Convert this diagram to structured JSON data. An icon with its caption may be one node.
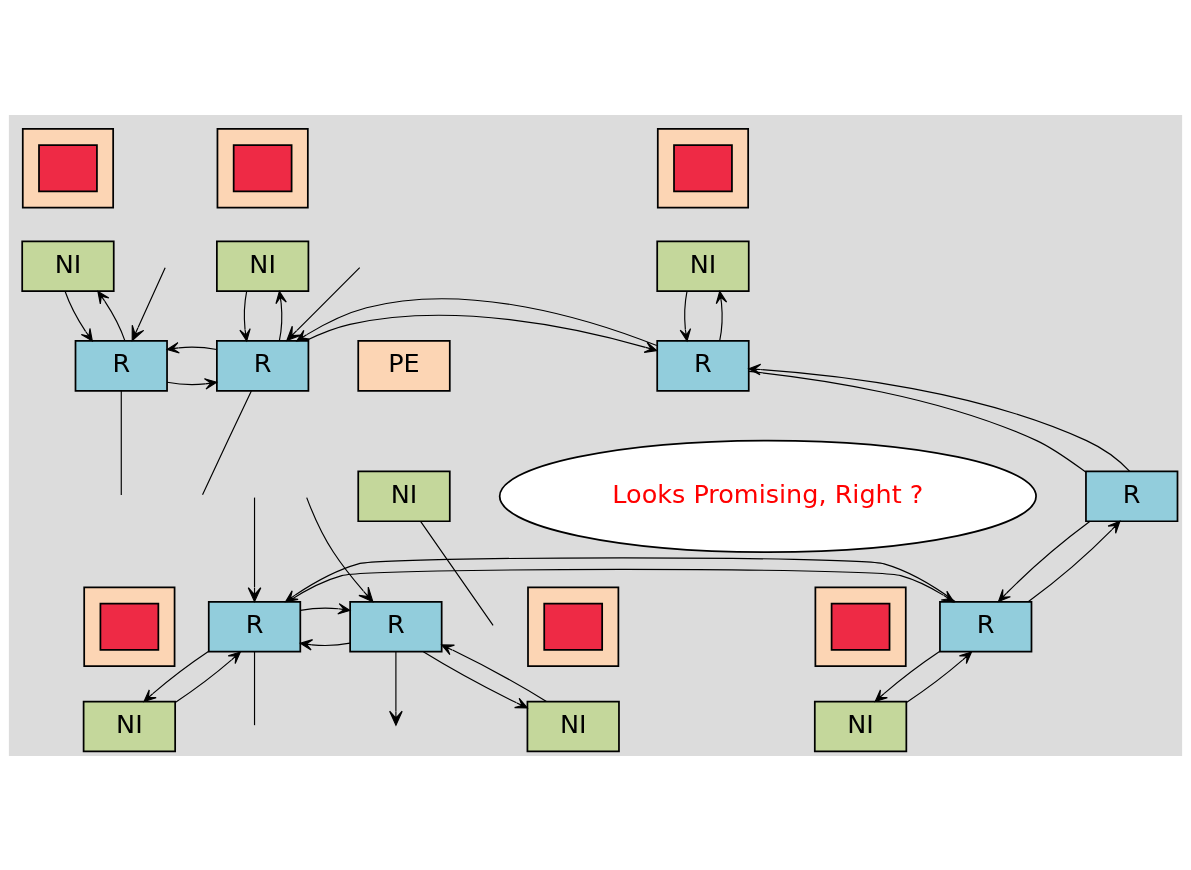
{
  "diagram": {
    "nodes": [
      {
        "text": [],
        "shape": "box"
      },
      {
        "text": [],
        "shape": "box",
        "in": 0
      },
      {
        "text": [
          "NI"
        ]
      },
      {
        "text": [],
        "shape": "box"
      },
      {
        "text": [],
        "shape": "box",
        "in": 3
      },
      {
        "text": [
          "NI"
        ]
      },
      {
        "text": [],
        "shape": "box"
      },
      {
        "text": [],
        "shape": "box",
        "in": 6
      },
      {
        "text": [
          "NI"
        ]
      },
      {
        "text": [
          "R"
        ]
      },
      {
        "text": [
          "R"
        ]
      },
      {
        "text": [
          "R"
        ]
      },
      {
        "text": [
          "PE"
        ]
      },
      {
        "text": [
          "NI"
        ]
      },
      {
        "text": [
          "Looks Promising, Right ?"
        ]
      },
      {
        "text": [
          "R"
        ]
      },
      {
        "text": [],
        "shape": "box"
      },
      {
        "text": [],
        "shape": "box",
        "in": 16
      },
      {
        "text": [
          "NI"
        ]
      },
      {
        "text": [],
        "shape": "box"
      },
      {
        "text": [],
        "shape": "box",
        "in": 19
      },
      {
        "text": [
          "NI"
        ]
      },
      {
        "text": [],
        "shape": "box"
      },
      {
        "text": [],
        "shape": "box",
        "in": 22
      },
      {
        "text": [
          "NI"
        ]
      },
      {
        "text": [
          "R"
        ]
      },
      {
        "text": [
          "R"
        ]
      },
      {
        "text": [
          "R"
        ]
      }
    ],
    "edges": [
      {
        "from": 2,
        "to": 9,
        "arrow": "to"
      },
      {
        "from": 9,
        "to": 2,
        "arrow": "to"
      },
      {
        "from": 5,
        "to": 10,
        "arrow": "to"
      },
      {
        "from": 10,
        "to": 5,
        "arrow": "to"
      },
      {
        "from": 8,
        "to": 11,
        "arrow": "to"
      },
      {
        "from": 11,
        "to": 8,
        "arrow": "to"
      },
      {
        "from": 9,
        "to": 10,
        "arrow": "to"
      },
      {
        "from": 10,
        "to": 9,
        "arrow": "to"
      },
      {
        "from": 10,
        "to": 11,
        "arrow": "to"
      },
      {
        "from": 11,
        "to": 10,
        "arrow": "to"
      },
      {
        "from": 9,
        "to": null,
        "arrow": "none"
      },
      {
        "from": null,
        "to": 9,
        "arrow": "to"
      },
      {
        "from": 10,
        "to": null,
        "arrow": "none"
      },
      {
        "from": null,
        "to": 10,
        "arrow": "to"
      },
      {
        "from": 15,
        "to": 11,
        "arrow": "to"
      },
      {
        "from": 11,
        "to": 15,
        "arrow": "none"
      },
      {
        "from": 13,
        "to": null,
        "arrow": "none"
      },
      {
        "from": 15,
        "to": 27,
        "arrow": "to"
      },
      {
        "from": 27,
        "to": 15,
        "arrow": "to"
      },
      {
        "from": 18,
        "to": 25,
        "arrow": "to"
      },
      {
        "from": 25,
        "to": 18,
        "arrow": "to"
      },
      {
        "from": 21,
        "to": 26,
        "arrow": "to"
      },
      {
        "from": 26,
        "to": 21,
        "arrow": "to"
      },
      {
        "from": 24,
        "to": 27,
        "arrow": "to"
      },
      {
        "from": 27,
        "to": 24,
        "arrow": "to"
      },
      {
        "from": 25,
        "to": 26,
        "arrow": "to"
      },
      {
        "from": 26,
        "to": 25,
        "arrow": "to"
      },
      {
        "from": 26,
        "to": 27,
        "arrow": "to"
      },
      {
        "from": 27,
        "to": 26,
        "arrow": "to"
      },
      {
        "from": null,
        "to": 25,
        "arrow": "to"
      },
      {
        "from": 25,
        "to": null,
        "arrow": "to"
      },
      {
        "from": null,
        "to": 26,
        "arrow": "to"
      },
      {
        "from": 26,
        "to": null,
        "arrow": "none"
      }
    ]
  }
}
